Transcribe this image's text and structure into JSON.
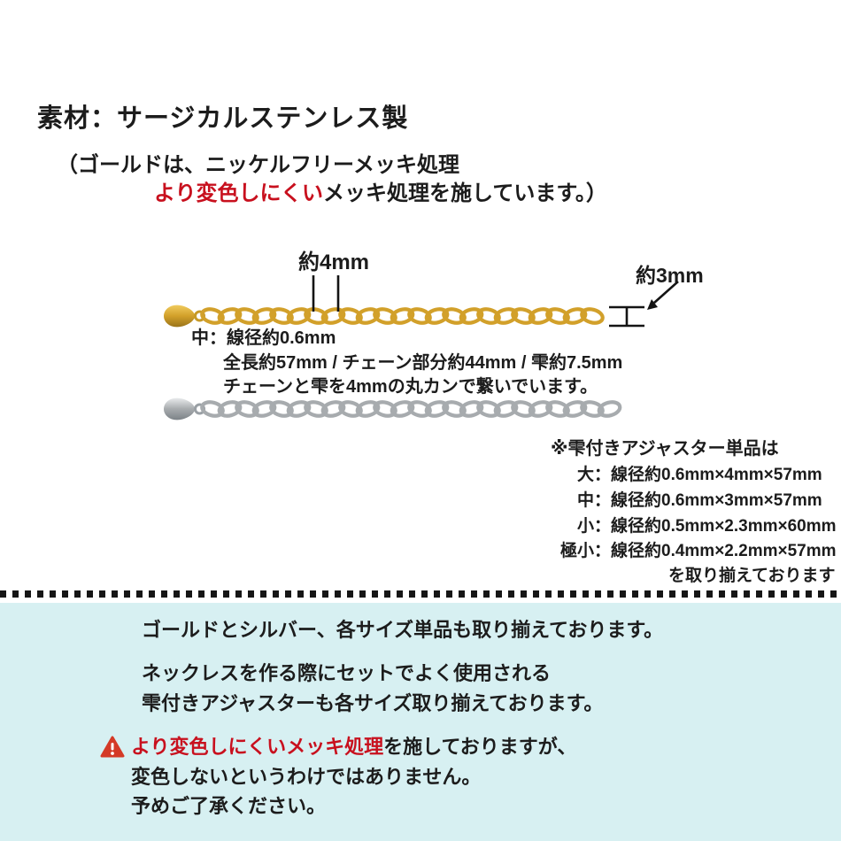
{
  "colors": {
    "accent_red": "#c8101e",
    "blue_bg": "#d7f0f2",
    "gold_chain": "#d2a02a",
    "silver_chain": "#a7abae"
  },
  "header": {
    "title": "素材：サージカルステンレス製",
    "line2": "（ゴールドは、ニッケルフリーメッキ処理",
    "line3_red": "より変色しにくい",
    "line3_black": "メッキ処理を施しています。）"
  },
  "diagram": {
    "label_4mm": "約4mm",
    "label_3mm": "約3mm",
    "spec_line1": "中：線径約0.6mm",
    "spec_line2": "全長約57mm / チェーン部分約44mm / 雫約7.5mm",
    "spec_line3": "チェーンと雫を4mmの丸カンで繋いでいます。"
  },
  "size_list": {
    "heading": "※雫付きアジャスター単品は",
    "items": [
      "大：線径約0.6mm×4mm×57mm",
      "中：線径約0.6mm×3mm×57mm",
      "小：線径約0.5mm×2.3mm×60mm",
      "極小：線径約0.4mm×2.2mm×57mm"
    ],
    "footer": "を取り揃えております"
  },
  "info": {
    "line1": "ゴールドとシルバー、各サイズ単品も取り揃えております。",
    "line2": "ネックレスを作る際にセットでよく使用される",
    "line3": "雫付きアジャスターも各サイズ取り揃えております。",
    "warning_red": "より変色しにくいメッキ処理",
    "warning_black": "を施しておりますが、",
    "warning_line2": "変色しないというわけではありません。",
    "warning_line3": "予めご了承ください。"
  }
}
